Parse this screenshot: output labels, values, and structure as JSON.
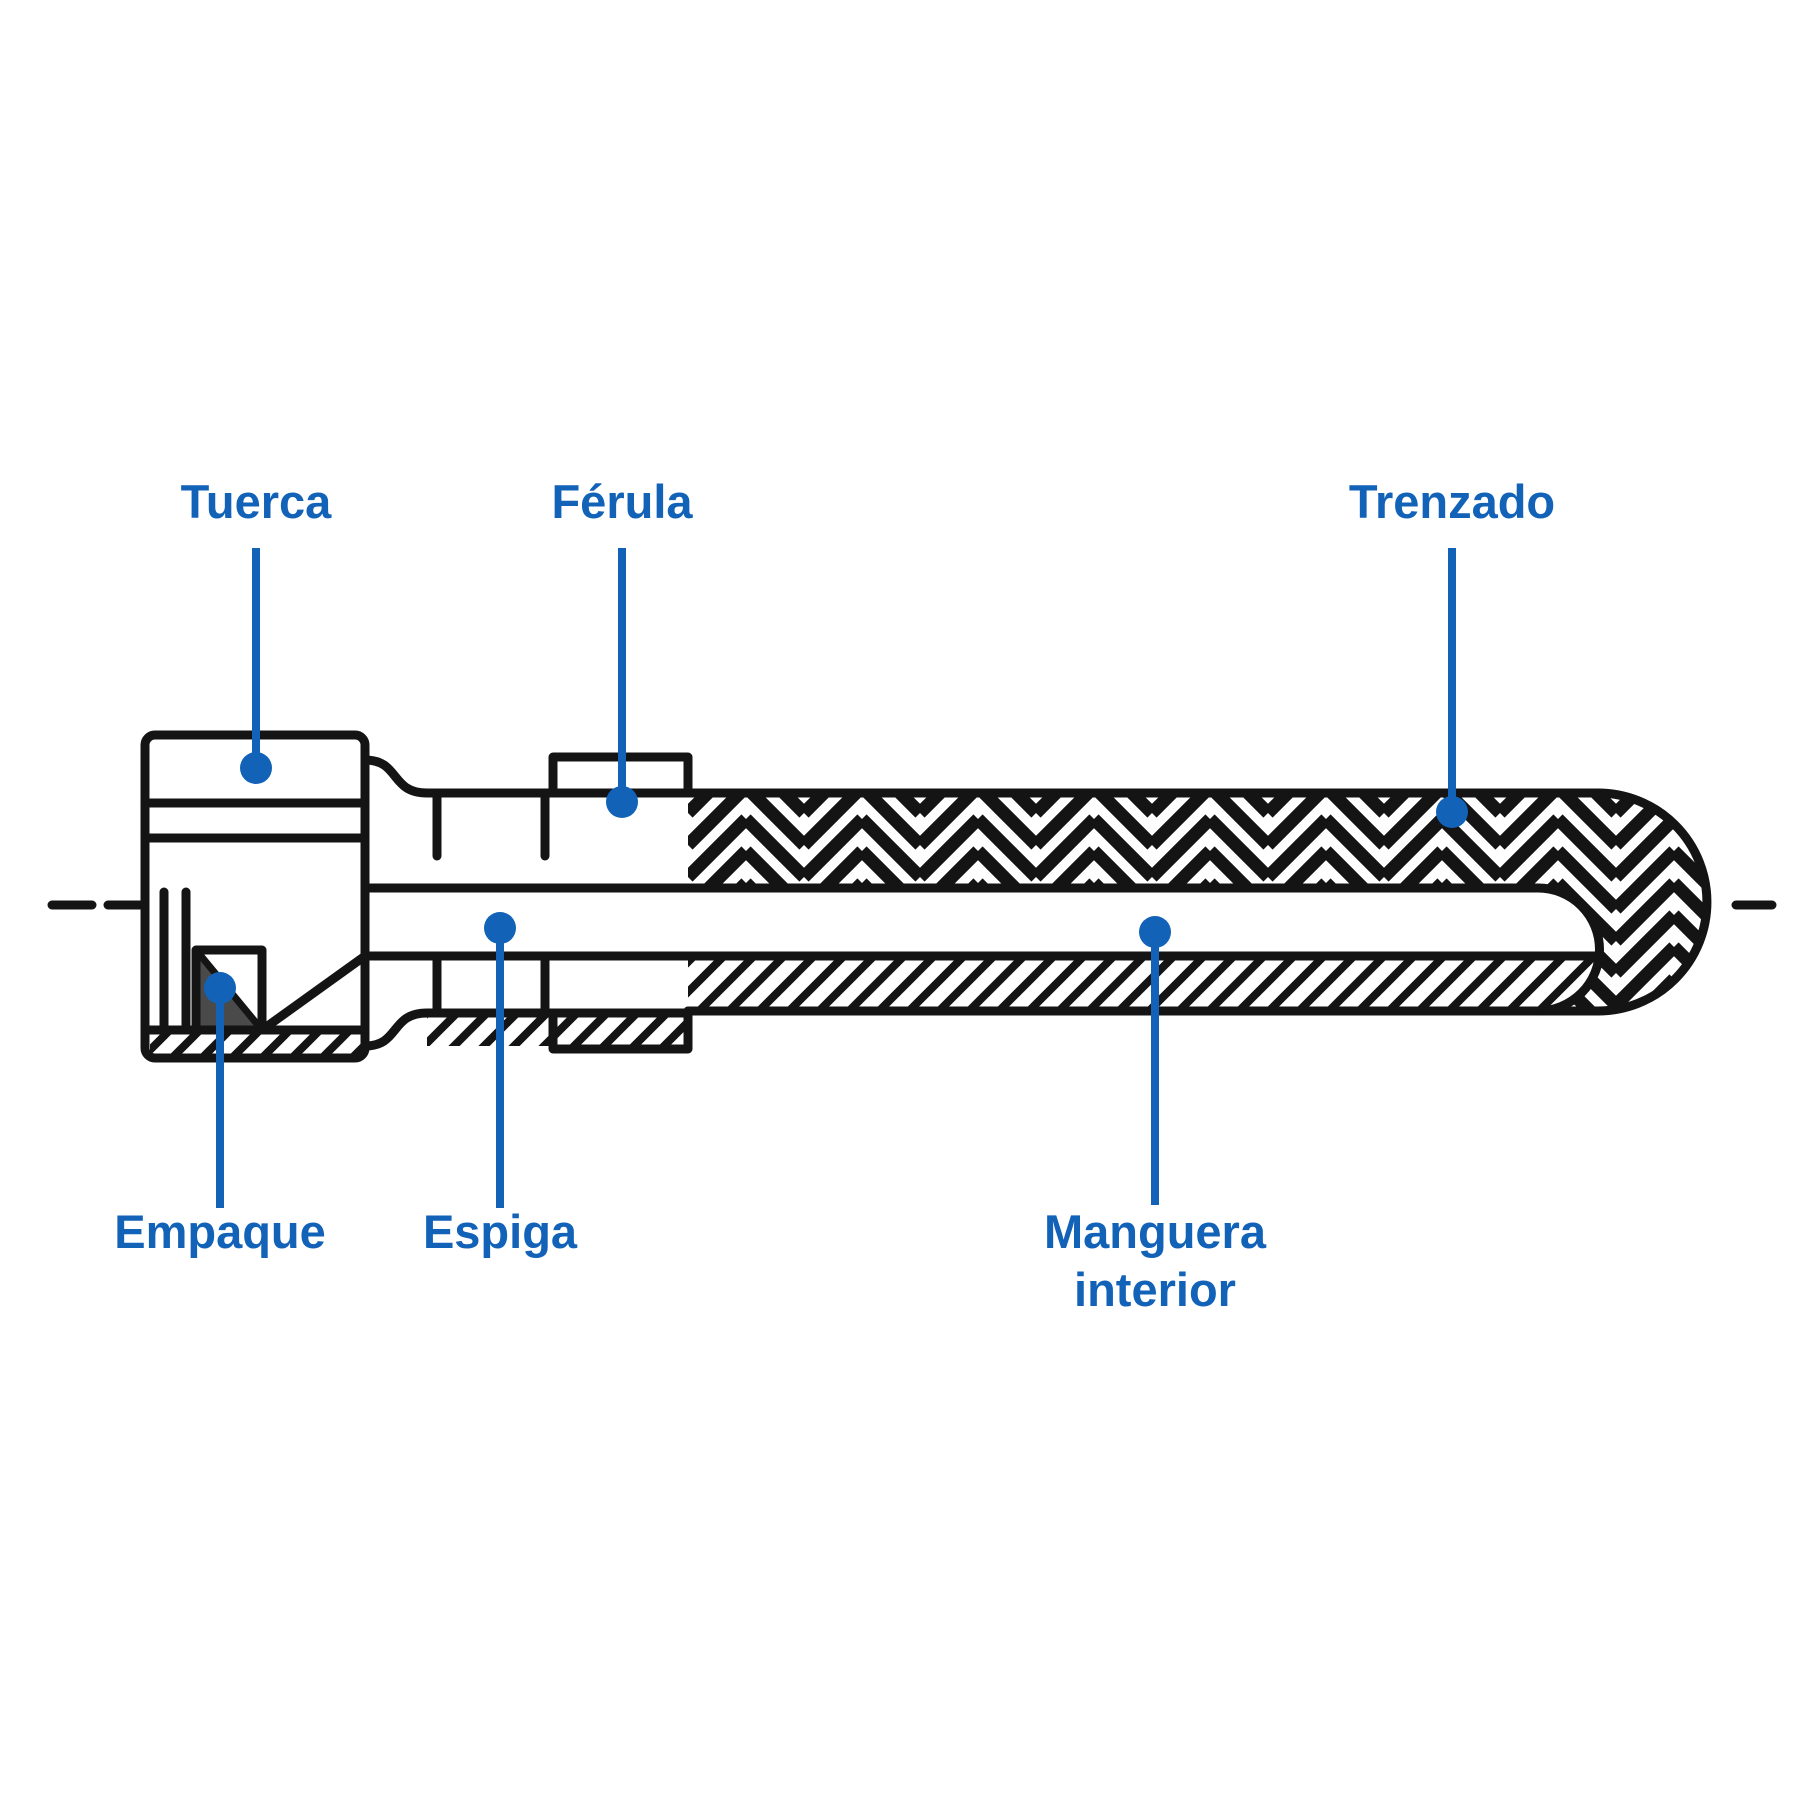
{
  "colors": {
    "accent": "#1262B8",
    "ink": "#141414",
    "gasket": "#4A4A4A"
  },
  "labels": {
    "tuerca": "Tuerca",
    "ferula": "Férula",
    "trenzado": "Trenzado",
    "empaque": "Empaque",
    "espiga": "Espiga",
    "manguera_line1": "Manguera",
    "manguera_line2": "interior"
  }
}
